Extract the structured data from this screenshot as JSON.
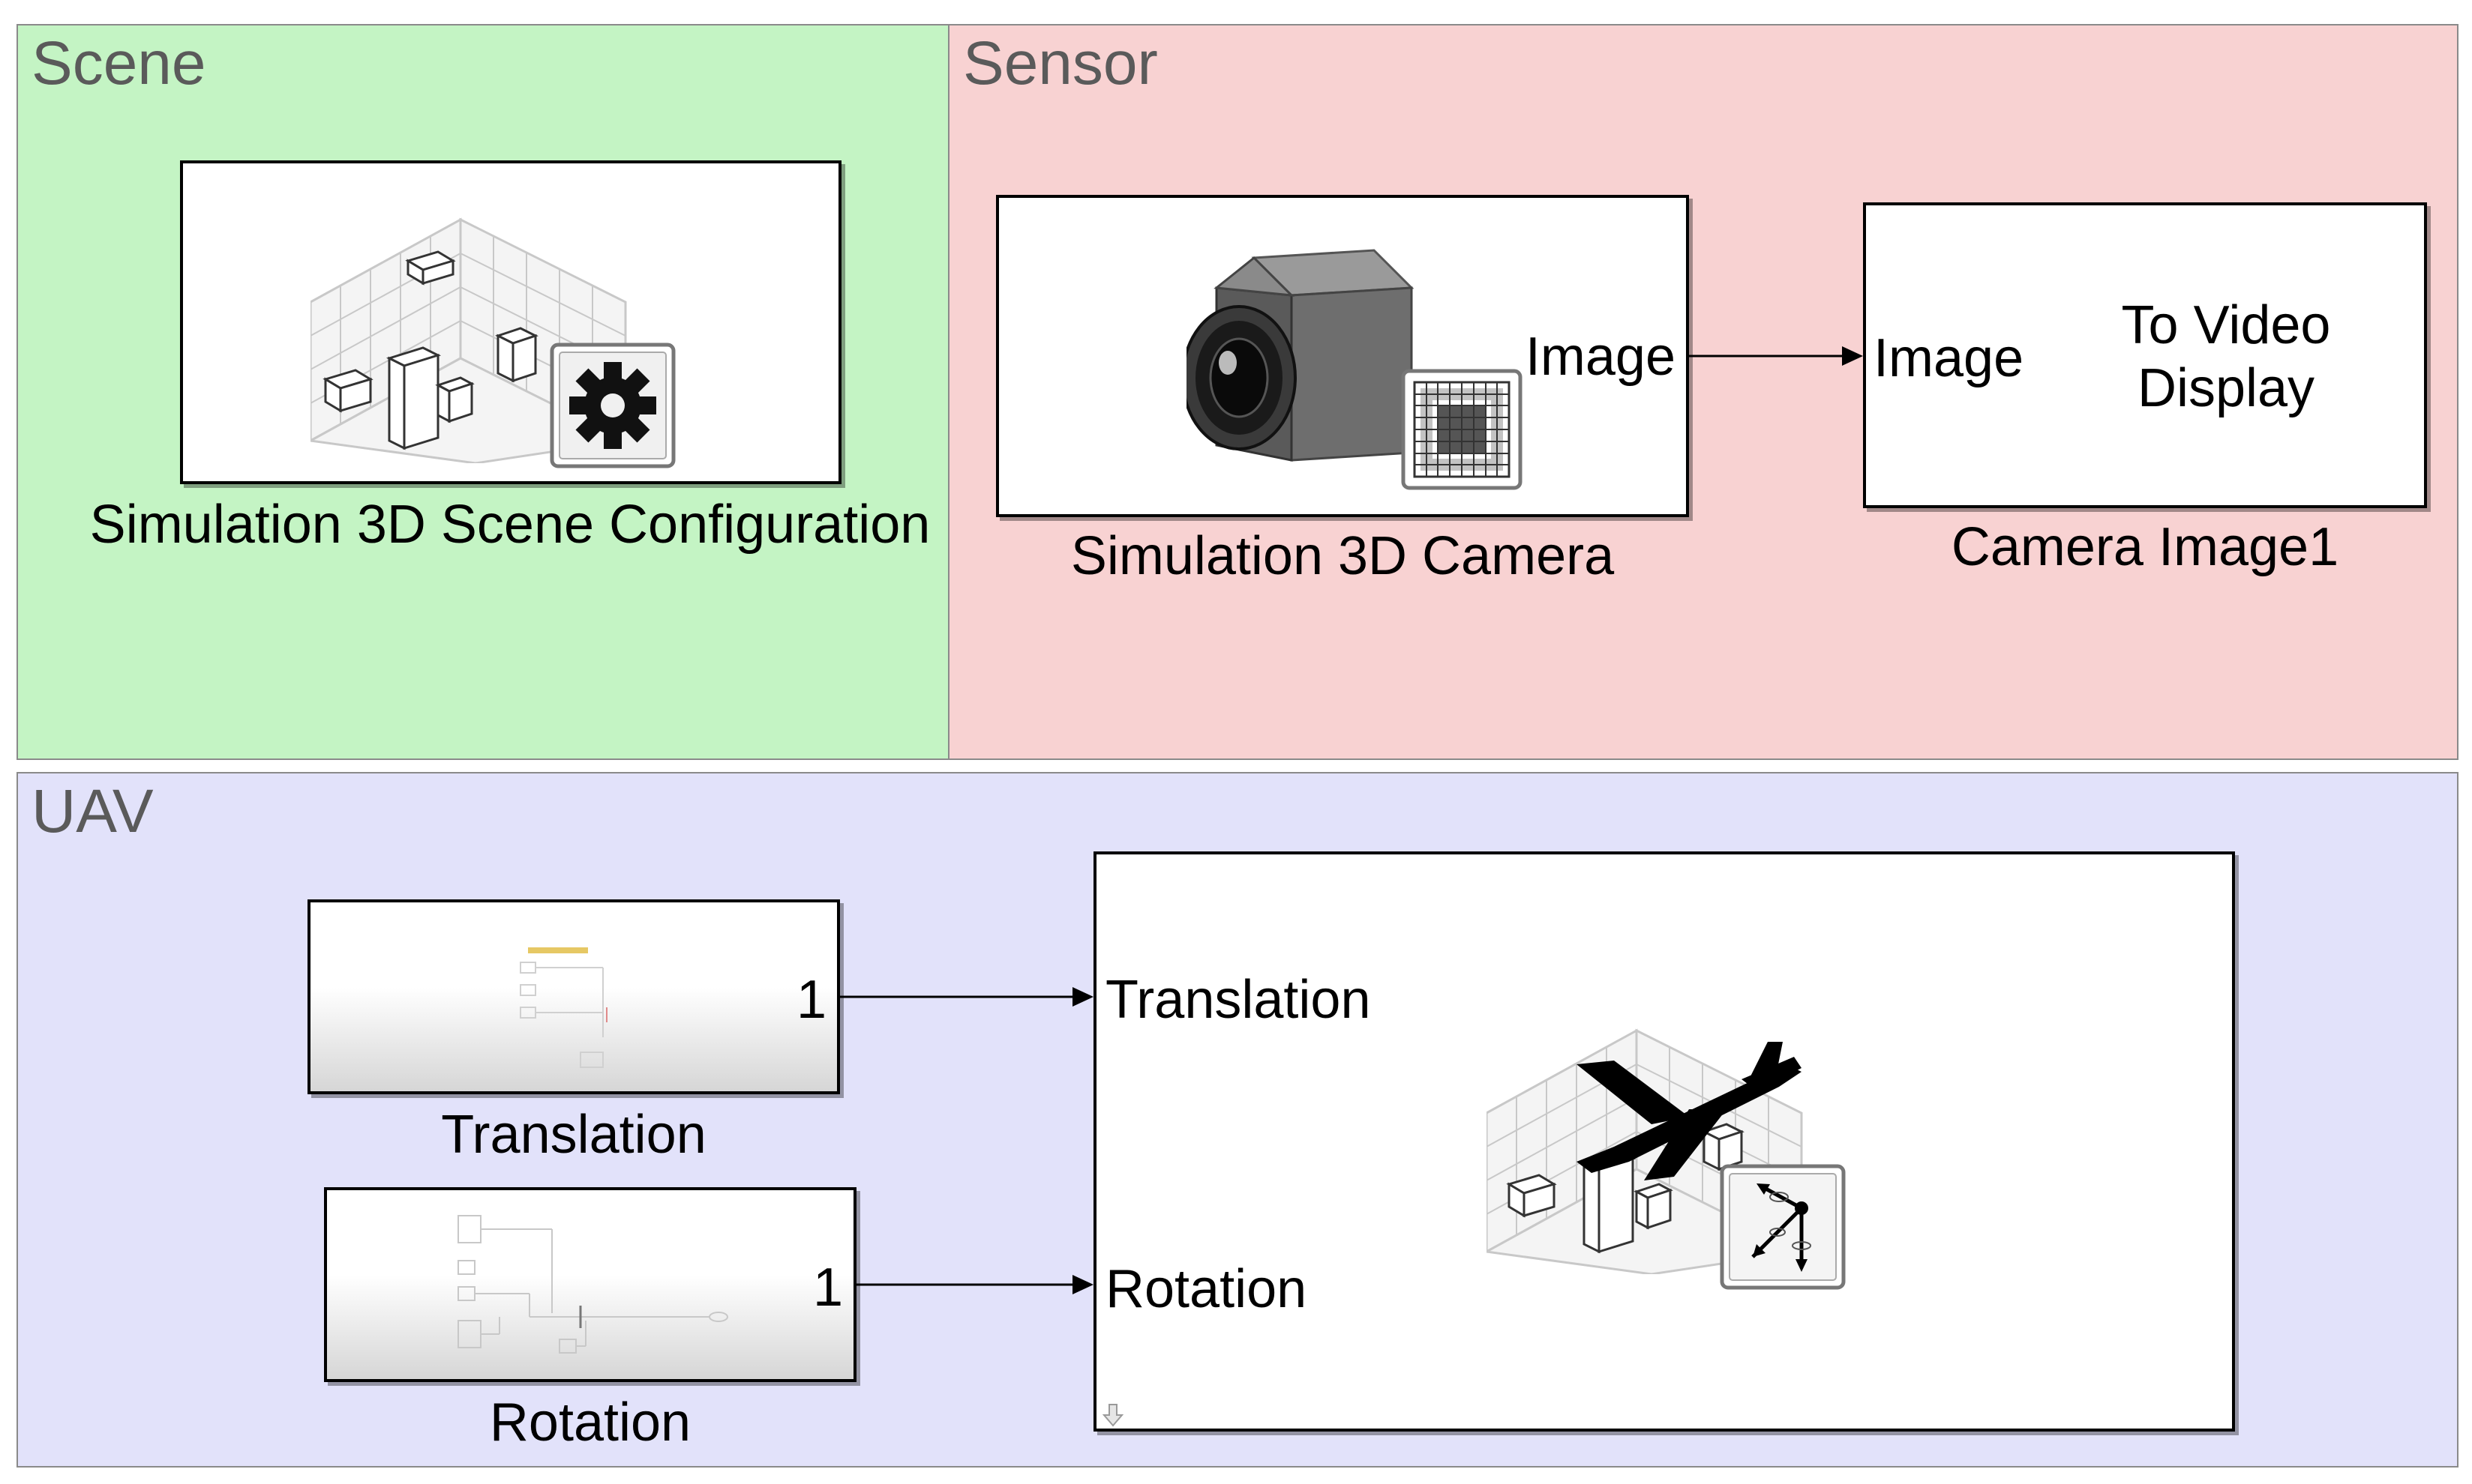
{
  "areas": {
    "scene": {
      "title": "Scene",
      "color": "#c4f4c4"
    },
    "sensor": {
      "title": "Sensor",
      "color": "#f8d2d2"
    },
    "uav": {
      "title": "UAV",
      "color": "#e2e2fa"
    }
  },
  "blocks": {
    "scene_config": {
      "name": "Simulation 3D Scene Configuration"
    },
    "camera": {
      "name": "Simulation 3D Camera",
      "out_port": "Image"
    },
    "video": {
      "name": "Camera Image1",
      "in_port": "Image",
      "title_line1": "To Video",
      "title_line2": "Display"
    },
    "translation": {
      "name": "Translation",
      "out_port": "1"
    },
    "rotation": {
      "name": "Rotation",
      "out_port": "1"
    },
    "uav_vehicle": {
      "in_port_1": "Translation",
      "in_port_2": "Rotation"
    }
  },
  "icons": [
    "scene-grid-icon",
    "gear-icon",
    "camera-icon",
    "pixel-grid-icon",
    "airplane-icon",
    "axes-rotation-icon",
    "subsystem-diagram-icon",
    "down-arrow-icon"
  ]
}
